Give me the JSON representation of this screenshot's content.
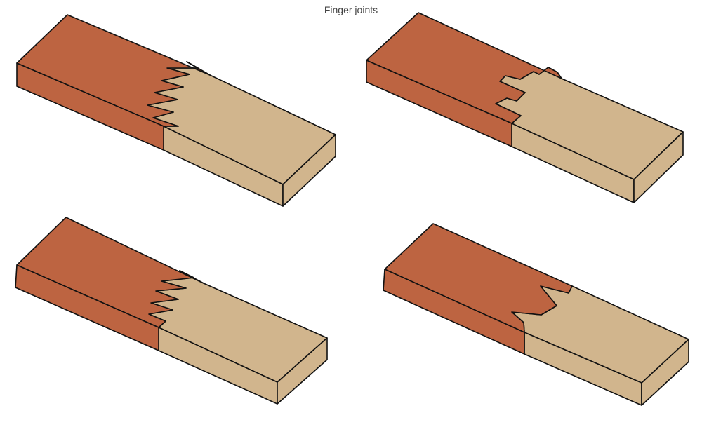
{
  "title": "Finger joints",
  "colors": {
    "dark_wood": "#BD6441",
    "light_wood": "#D1B58D",
    "outline": "#111111"
  },
  "joints": [
    {
      "name": "fine-zigzag",
      "fingers": 6
    },
    {
      "name": "rectangular-slots",
      "fingers": 3
    },
    {
      "name": "short-zigzag",
      "fingers": 5
    },
    {
      "name": "wide-tapered",
      "fingers": 2
    }
  ]
}
